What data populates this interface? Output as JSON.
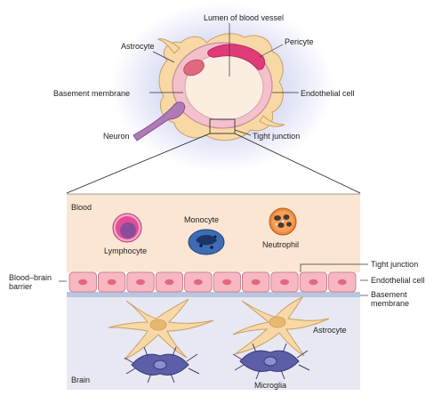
{
  "top_labels": {
    "lumen": "Lumen of blood vessel",
    "astrocyte": "Astrocyte",
    "pericyte": "Pericyte",
    "basement_membrane": "Basement membrane",
    "endothelial_cell": "Endothelial cell",
    "neuron": "Neuron",
    "tight_junction": "Tight junction"
  },
  "bottom_labels": {
    "blood": "Blood",
    "lymphocyte": "Lymphocyte",
    "monocyte": "Monocyte",
    "neutrophil": "Neutrophil",
    "bbb_line1": "Blood–brain",
    "bbb_line2": "barrier",
    "tight_junction": "Tight junction",
    "endothelial_cell": "Endothelial cell",
    "basement_line1": "Basement",
    "basement_line2": "membrane",
    "astrocyte": "Astrocyte",
    "brain": "Brain",
    "microglia": "Microglia"
  },
  "colors": {
    "glow": "#c9cdf0",
    "astrocyte_fill": "#f8d9a6",
    "astrocyte_stroke": "#c9a067",
    "vessel_wall": "#f3c1cc",
    "vessel_stroke": "#c98a96",
    "lumen": "#fbeee0",
    "pericyte": "#e03a78",
    "neuron": "#b07ab8",
    "blood_bg": "#fbe6d3",
    "brain_bg": "#e8e8f2",
    "endothelial": "#f7b8c2",
    "endothelial_nucleus": "#e2687e",
    "basement": "#b9c6de",
    "lymphocyte": "#e14d96",
    "lymphocyte_nucleus": "#8a4c9c",
    "monocyte": "#3e6db5",
    "neutrophil": "#f08a3c",
    "microglia": "#5d5ea8"
  }
}
